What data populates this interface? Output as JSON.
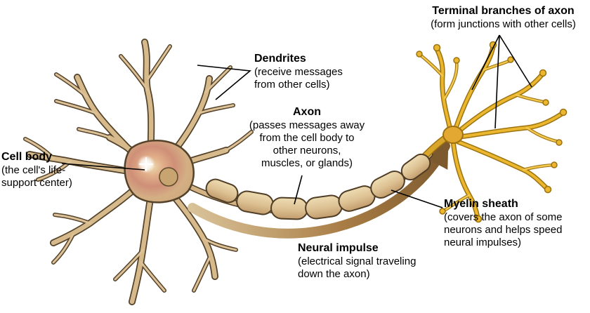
{
  "diagram": {
    "title": "Neuron structure diagram",
    "palette": {
      "background": "#ffffff",
      "neuron_tan": "#d7ba8c",
      "neuron_outline": "#54422a",
      "cell_body_pink": "#cf8f78",
      "myelin_fill": "#e7d3a8",
      "terminal_gold": "#eab72e",
      "terminal_outline": "#9c7210",
      "arrow_brown": "#7d5a2e",
      "label_color": "#000000"
    },
    "labels": {
      "cell_body": {
        "title": "Cell body",
        "desc": "(the cell's life-\nsupport center)"
      },
      "dendrites": {
        "title": "Dendrites",
        "desc": "(receive messages\nfrom other cells)"
      },
      "axon": {
        "title": "Axon",
        "desc": "(passes messages away\nfrom the cell body to\nother neurons,\nmuscles, or glands)"
      },
      "terminal_branches": {
        "title": "Terminal branches of axon",
        "desc": "(form junctions with other cells)"
      },
      "myelin_sheath": {
        "title": "Myelin sheath",
        "desc": "(covers the axon of some\nneurons and helps speed\nneural impulses)"
      },
      "neural_impulse": {
        "title": "Neural impulse",
        "desc": "(electrical signal traveling\ndown the axon)"
      }
    }
  }
}
